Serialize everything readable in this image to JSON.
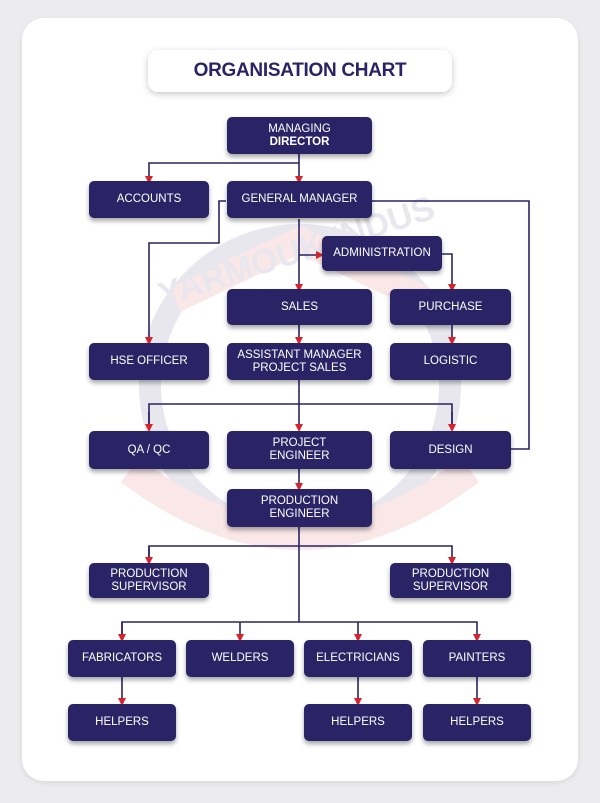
{
  "title": "ORGANISATION CHART",
  "nodes": {
    "md_line1": "MANAGING",
    "md_line2": "DIRECTOR",
    "accounts": "ACCOUNTS",
    "gm": "GENERAL MANAGER",
    "administration": "ADMINISTRATION",
    "sales": "SALES",
    "purchase": "PURCHASE",
    "hse": "HSE OFFICER",
    "asst_line1": "ASSISTANT MANAGER",
    "asst_line2": "PROJECT SALES",
    "logistic": "LOGISTIC",
    "qaqc": "QA / QC",
    "pe_line1": "PROJECT",
    "pe_line2": "ENGINEER",
    "design": "DESIGN",
    "prod_eng_line1": "PRODUCTION",
    "prod_eng_line2": "ENGINEER",
    "ps_left_line1": "PRODUCTION",
    "ps_left_line2": "SUPERVISOR",
    "ps_right_line1": "PRODUCTION",
    "ps_right_line2": "SUPERVISOR",
    "fabricators": "FABRICATORS",
    "welders": "WELDERS",
    "electricians": "ELECTRICIANS",
    "painters": "PAINTERS",
    "helpers1": "HELPERS",
    "helpers2": "HELPERS",
    "helpers3": "HELPERS"
  },
  "watermark_text": "YARMOUK INDUS",
  "colors": {
    "node": "#2a2466",
    "line": "#2a2466",
    "arrow": "#d8232a",
    "title": "#2a2466"
  }
}
